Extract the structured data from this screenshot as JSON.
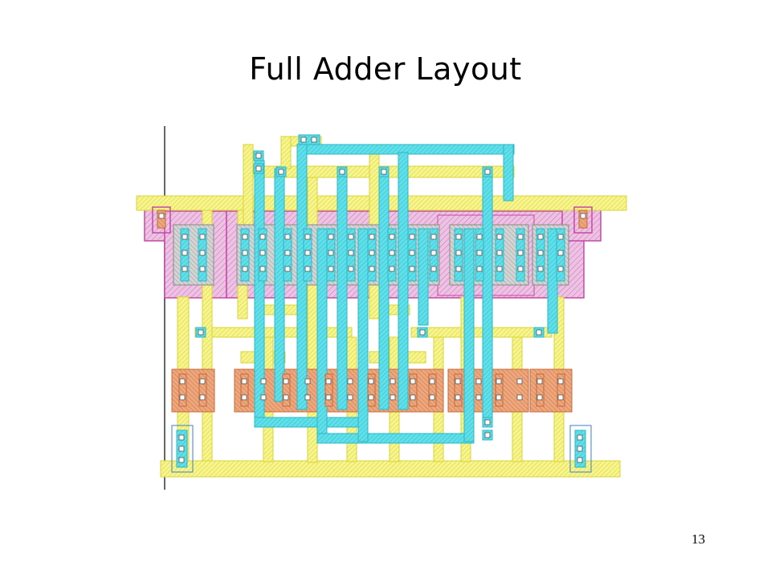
{
  "slide": {
    "title": "Full Adder Layout",
    "page_number": "13"
  },
  "layers": {
    "poly_color": "#f5f27a",
    "poly_edge": "#d8d43a",
    "metal1_color": "#52dce8",
    "metal1_edge": "#2fb8c4",
    "nwell_color": "#d45ab4",
    "diff_color": "#e89a6a",
    "pselect_color": "#c8c8c8",
    "contact_color": "#ffffff",
    "substrate_contact_outline": "#3a7fd0"
  },
  "icons": {
    "pmos_row": "hatched-rect",
    "nmos_row": "hatched-rect",
    "contact": "square-cut"
  }
}
